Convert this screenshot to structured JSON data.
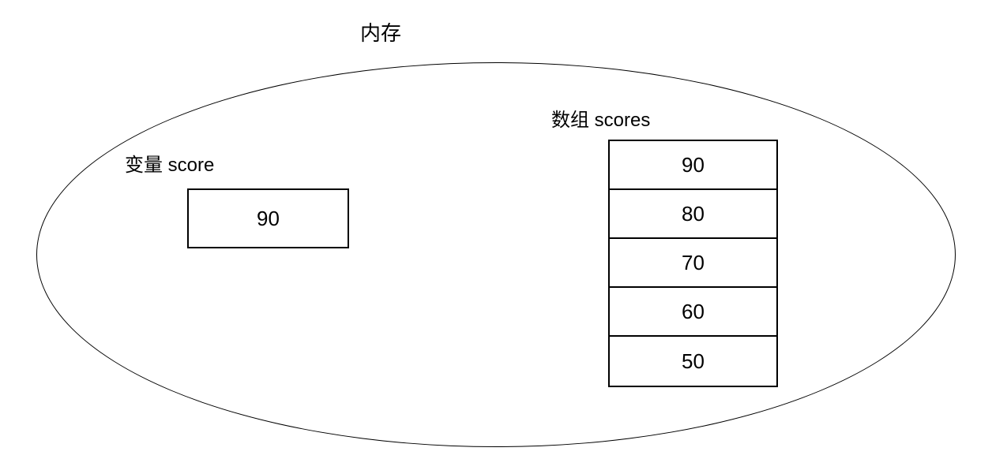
{
  "title": "内存",
  "variable": {
    "label": "变量 score",
    "value": "90"
  },
  "array": {
    "label": "数组 scores",
    "cells": [
      "90",
      "80",
      "70",
      "60",
      "50"
    ]
  },
  "colors": {
    "line": "#000000",
    "background": "#ffffff",
    "text": "#000000"
  }
}
